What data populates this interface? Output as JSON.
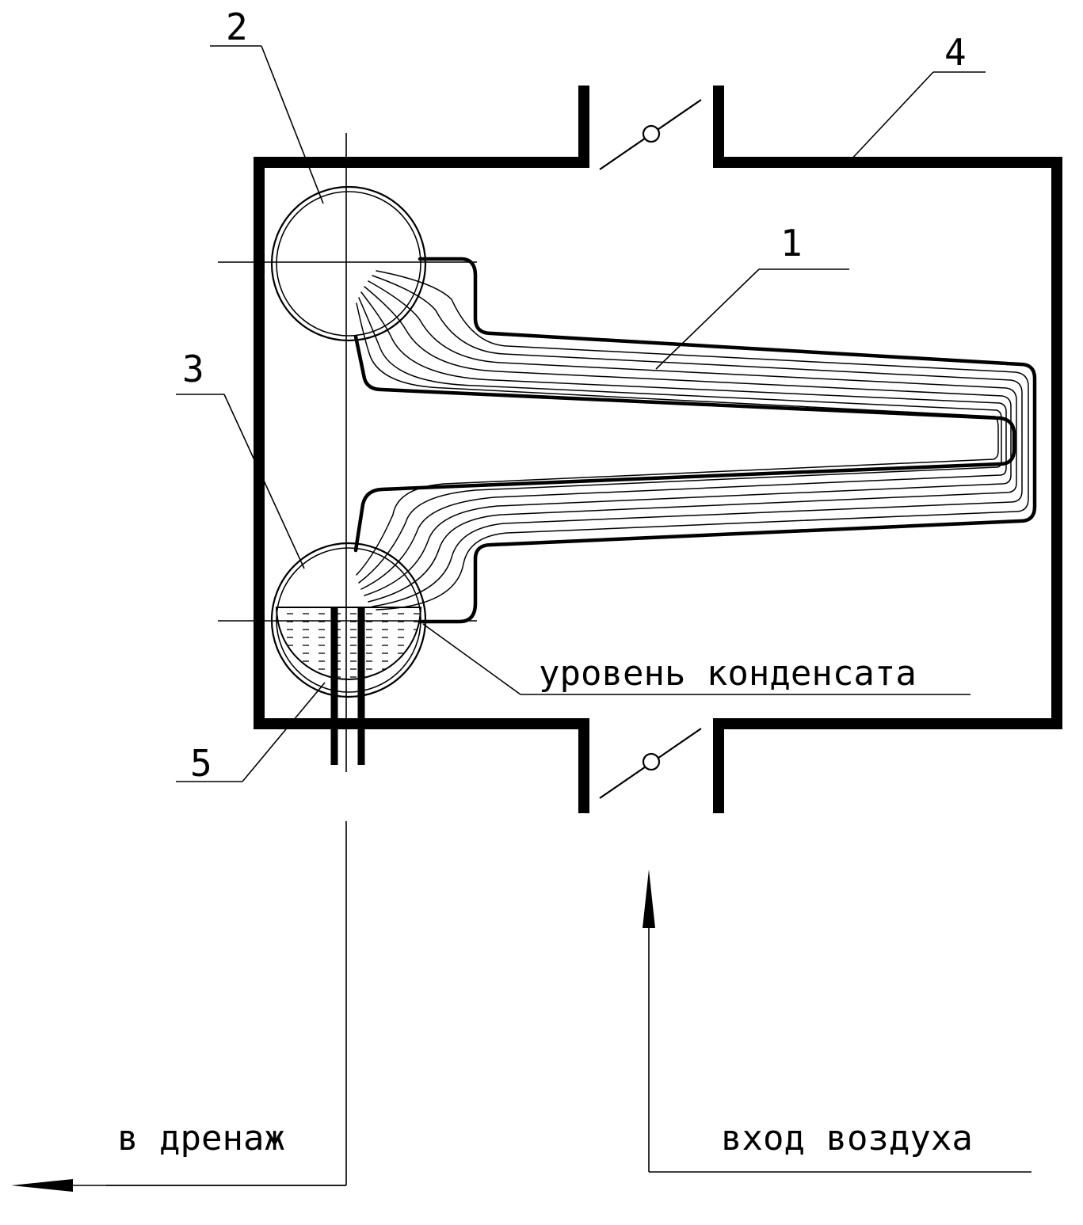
{
  "labels": {
    "n1": "1",
    "n2": "2",
    "n3": "3",
    "n4": "4",
    "n5": "5"
  },
  "captions": {
    "condensate_level": "уровень конденсата",
    "to_drain": "в дренаж",
    "air_inlet": "вход воздуха"
  },
  "colors": {
    "ink": "#000000",
    "background": "#ffffff"
  }
}
